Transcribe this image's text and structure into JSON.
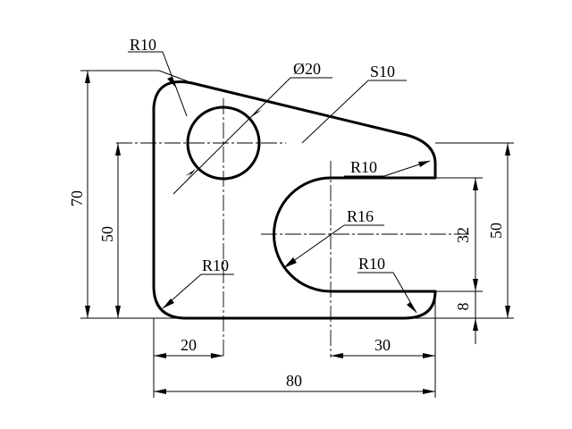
{
  "drawing": {
    "labels": {
      "r10_top_left": "R10",
      "phi20": "Ø20",
      "s10": "S10",
      "r10_upper_right": "R10",
      "r16": "R16",
      "r10_lower_left": "R10",
      "r10_lower_right": "R10"
    },
    "dimensions": {
      "height_70": "70",
      "height_50_left": "50",
      "slot_32": "32",
      "height_50_right": "50",
      "offset_8": "8",
      "width_20": "20",
      "width_30": "30",
      "width_80": "80"
    }
  }
}
